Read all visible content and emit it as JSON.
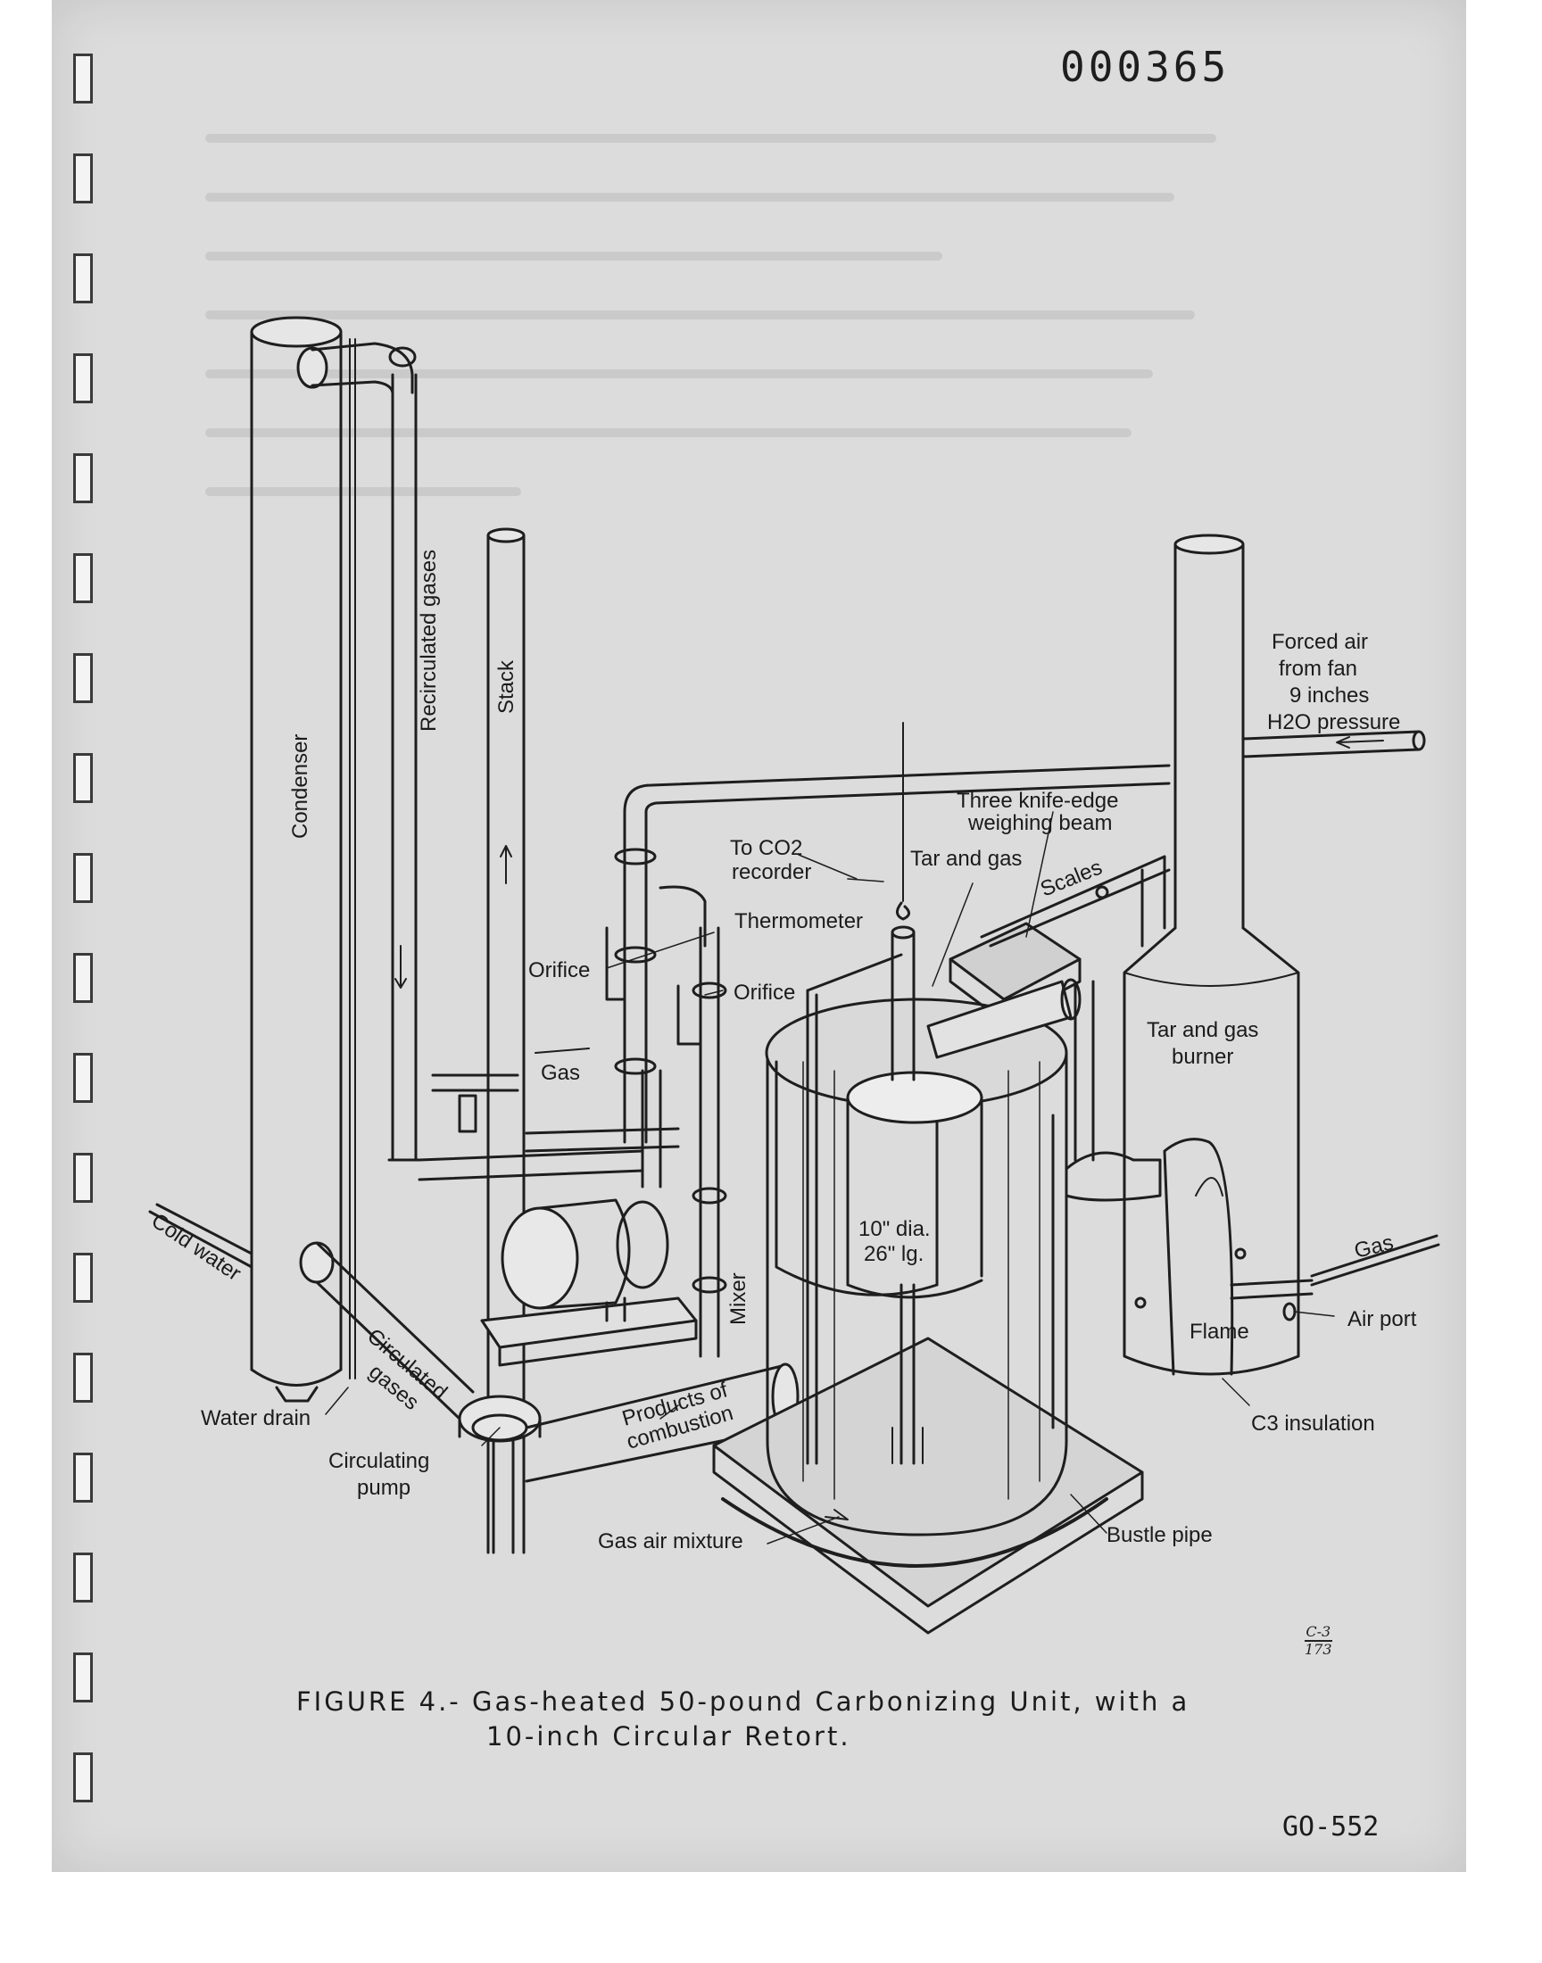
{
  "document": {
    "number": "000365",
    "page_code": "GO-552",
    "handwritten_note": {
      "numerator": "C-3",
      "denominator": "173"
    }
  },
  "caption": {
    "line1": "FIGURE 4.- Gas-heated 50-pound Carbonizing Unit, with a",
    "line2": "10-inch Circular Retort."
  },
  "labels": {
    "condenser": "Condenser",
    "recirculated_gases": "Recirculated gases",
    "stack": "Stack",
    "forced_air_1": "Forced air",
    "forced_air_2": "from fan",
    "forced_air_3": "9 inches",
    "forced_air_4": "H2O pressure",
    "three_knife_1": "Three knife-edge",
    "three_knife_2": "weighing beam",
    "to_co2_1": "To CO2",
    "to_co2_2": "recorder",
    "tar_and_gas": "Tar and gas",
    "scales": "Scales",
    "thermometer": "Thermometer",
    "orifice_left": "Orifice",
    "orifice_right": "Orifice",
    "tar_gas_burner_1": "Tar and gas",
    "tar_gas_burner_2": "burner",
    "gas_left": "Gas",
    "gas_right": "Gas",
    "retort_dia": "10\" dia.",
    "retort_len": "26\" lg.",
    "cold_water": "Cold water",
    "mixer": "Mixer",
    "air_port": "Air port",
    "flame": "Flame",
    "circulated_gases_1": "Circulated",
    "circulated_gases_2": "gases",
    "products_1": "Products of",
    "products_2": "combustion",
    "water_drain": "Water drain",
    "c3_insulation": "C3 insulation",
    "circulating_pump_1": "Circulating",
    "circulating_pump_2": "pump",
    "gas_air_mixture": "Gas air mixture",
    "bustle_pipe": "Bustle pipe"
  }
}
